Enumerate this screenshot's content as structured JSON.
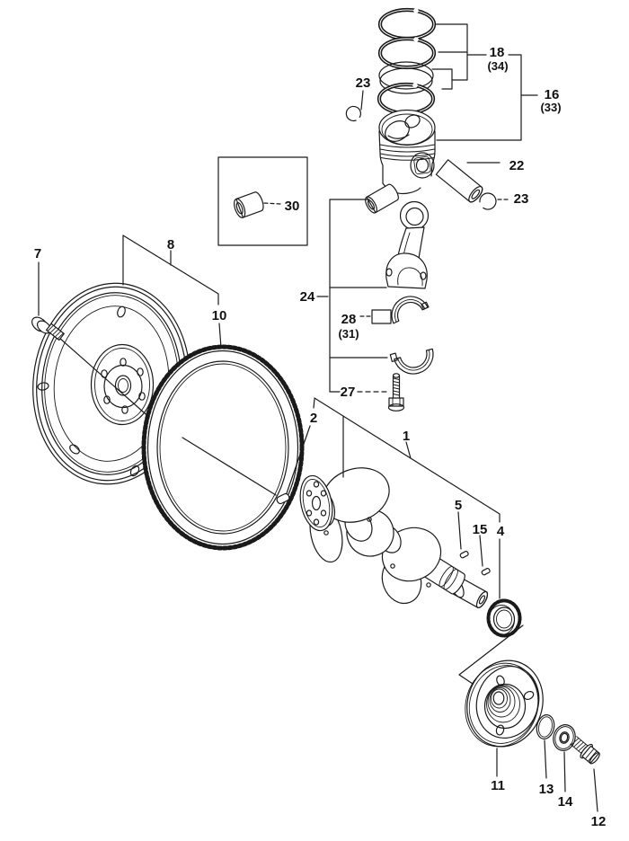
{
  "diagram": {
    "kind": "exploded-parts-diagram",
    "subject": "engine crankshaft, piston and flywheel assembly",
    "background_color": "#ffffff",
    "line_color": "#1a1a1a"
  },
  "callouts": {
    "c7": "7",
    "c8": "8",
    "c10": "10",
    "c23_top": "23",
    "c18": "18",
    "c34": "(34)",
    "c16": "16",
    "c33": "(33)",
    "c22": "22",
    "c23_side": "23",
    "c30": "30",
    "c24": "24",
    "c28": "28",
    "c31": "(31)",
    "c27": "27",
    "c2": "2",
    "c1": "1",
    "c5": "5",
    "c15": "15",
    "c4": "4",
    "c11": "11",
    "c13": "13",
    "c14": "14",
    "c12": "12"
  }
}
